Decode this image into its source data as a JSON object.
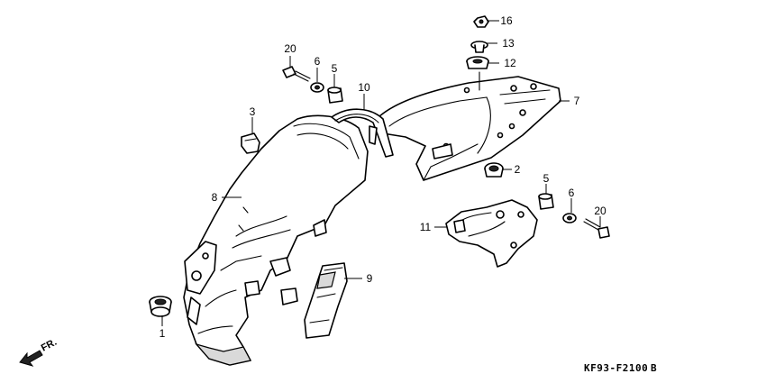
{
  "diagram": {
    "code": "KF93-F2100",
    "code_suffix": "B",
    "front_indicator": "FR.",
    "callouts": [
      {
        "id": "c1",
        "label": "1"
      },
      {
        "id": "c2",
        "label": "2"
      },
      {
        "id": "c3",
        "label": "3"
      },
      {
        "id": "c5a",
        "label": "5"
      },
      {
        "id": "c5b",
        "label": "5"
      },
      {
        "id": "c6a",
        "label": "6"
      },
      {
        "id": "c6b",
        "label": "6"
      },
      {
        "id": "c7",
        "label": "7"
      },
      {
        "id": "c8",
        "label": "8"
      },
      {
        "id": "c9",
        "label": "9"
      },
      {
        "id": "c10",
        "label": "10"
      },
      {
        "id": "c11",
        "label": "11"
      },
      {
        "id": "c12",
        "label": "12"
      },
      {
        "id": "c13",
        "label": "13"
      },
      {
        "id": "c16",
        "label": "16"
      },
      {
        "id": "c20a",
        "label": "20"
      },
      {
        "id": "c20b",
        "label": "20"
      }
    ]
  }
}
